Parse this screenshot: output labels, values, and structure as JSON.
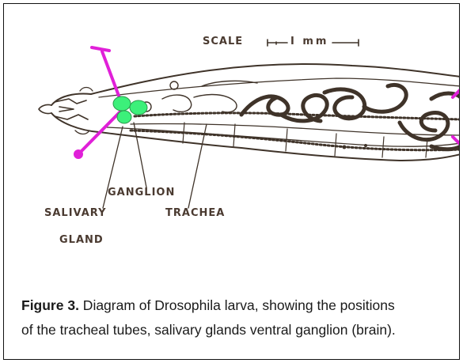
{
  "scale": {
    "label": "SCALE",
    "bar_text": "I mm"
  },
  "labels": {
    "ganglion": "GANGLION",
    "salivary_line1": "SALIVARY",
    "salivary_line2": "GLAND",
    "trachea": "TRACHEA"
  },
  "caption": {
    "figure_number": "Figure 3.",
    "text_line1": " Diagram of Drosophila larva, showing the positions",
    "text_line2": "of the tracheal tubes, salivary glands ventral ganglion (brain)."
  },
  "colors": {
    "line": "#3f3329",
    "highlight_magenta": "#e020d8",
    "ganglion_green": "#3cf07a"
  }
}
